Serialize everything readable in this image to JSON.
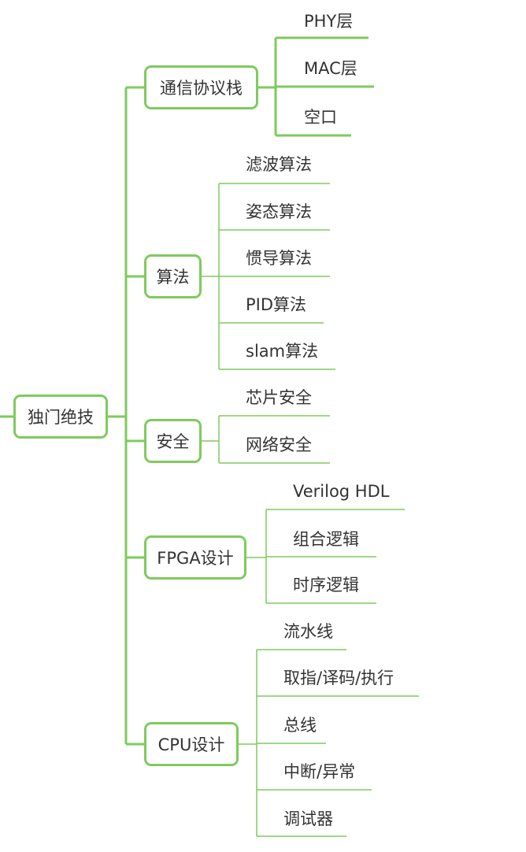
{
  "colors": {
    "line": "#7ecb5d",
    "text": "#333333",
    "background": "#ffffff"
  },
  "root": {
    "label": "独门绝技"
  },
  "branches": [
    {
      "label": "通信协议栈",
      "children": [
        "PHY层",
        "MAC层",
        "空口"
      ]
    },
    {
      "label": "算法",
      "children": [
        "滤波算法",
        "姿态算法",
        "惯导算法",
        "PID算法",
        "slam算法"
      ]
    },
    {
      "label": "安全",
      "children": [
        "芯片安全",
        "网络安全"
      ]
    },
    {
      "label": "FPGA设计",
      "children": [
        "Verilog HDL",
        "组合逻辑",
        "时序逻辑"
      ]
    },
    {
      "label": "CPU设计",
      "children": [
        "流水线",
        "取指/译码/执行",
        "总线",
        "中断/异常",
        "调试器"
      ]
    }
  ]
}
